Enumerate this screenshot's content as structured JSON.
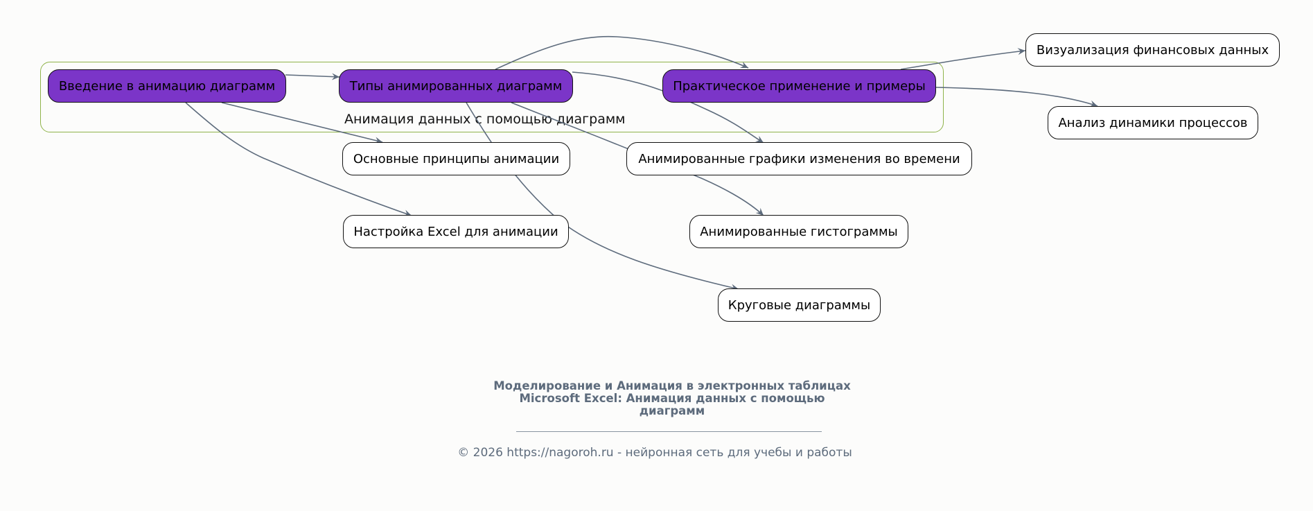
{
  "diagram": {
    "cluster_label": "Анимация данных с помощью диаграмм",
    "nodes": {
      "intro": "Введение в анимацию диаграмм",
      "types": "Типы анимированных диаграмм",
      "practice": "Практическое применение и примеры",
      "principles": "Основные принципы анимации",
      "excel_setup": "Настройка Excel для анимации",
      "time_graphs": "Анимированные графики изменения во времени",
      "histograms": "Анимированные гистограммы",
      "pie_charts": "Круговые диаграммы",
      "finance_viz": "Визуализация финансовых данных",
      "dynamics": "Анализ динамики процессов"
    },
    "edges": [
      [
        "intro",
        "types"
      ],
      [
        "intro",
        "principles"
      ],
      [
        "intro",
        "excel_setup"
      ],
      [
        "types",
        "practice"
      ],
      [
        "types",
        "time_graphs"
      ],
      [
        "types",
        "histograms"
      ],
      [
        "types",
        "pie_charts"
      ],
      [
        "practice",
        "finance_viz"
      ],
      [
        "practice",
        "dynamics"
      ]
    ],
    "colors": {
      "highlight_fill": "#7b35c8",
      "edge": "#5d6b7c",
      "cluster_border": "#8fb34a"
    }
  },
  "footer": {
    "title": "Моделирование и Анимация в электронных таблицах Microsoft Excel: Анимация данных с помощью диаграмм",
    "copyright": "© 2026 https://nagoroh.ru - нейронная сеть для учебы и работы"
  }
}
